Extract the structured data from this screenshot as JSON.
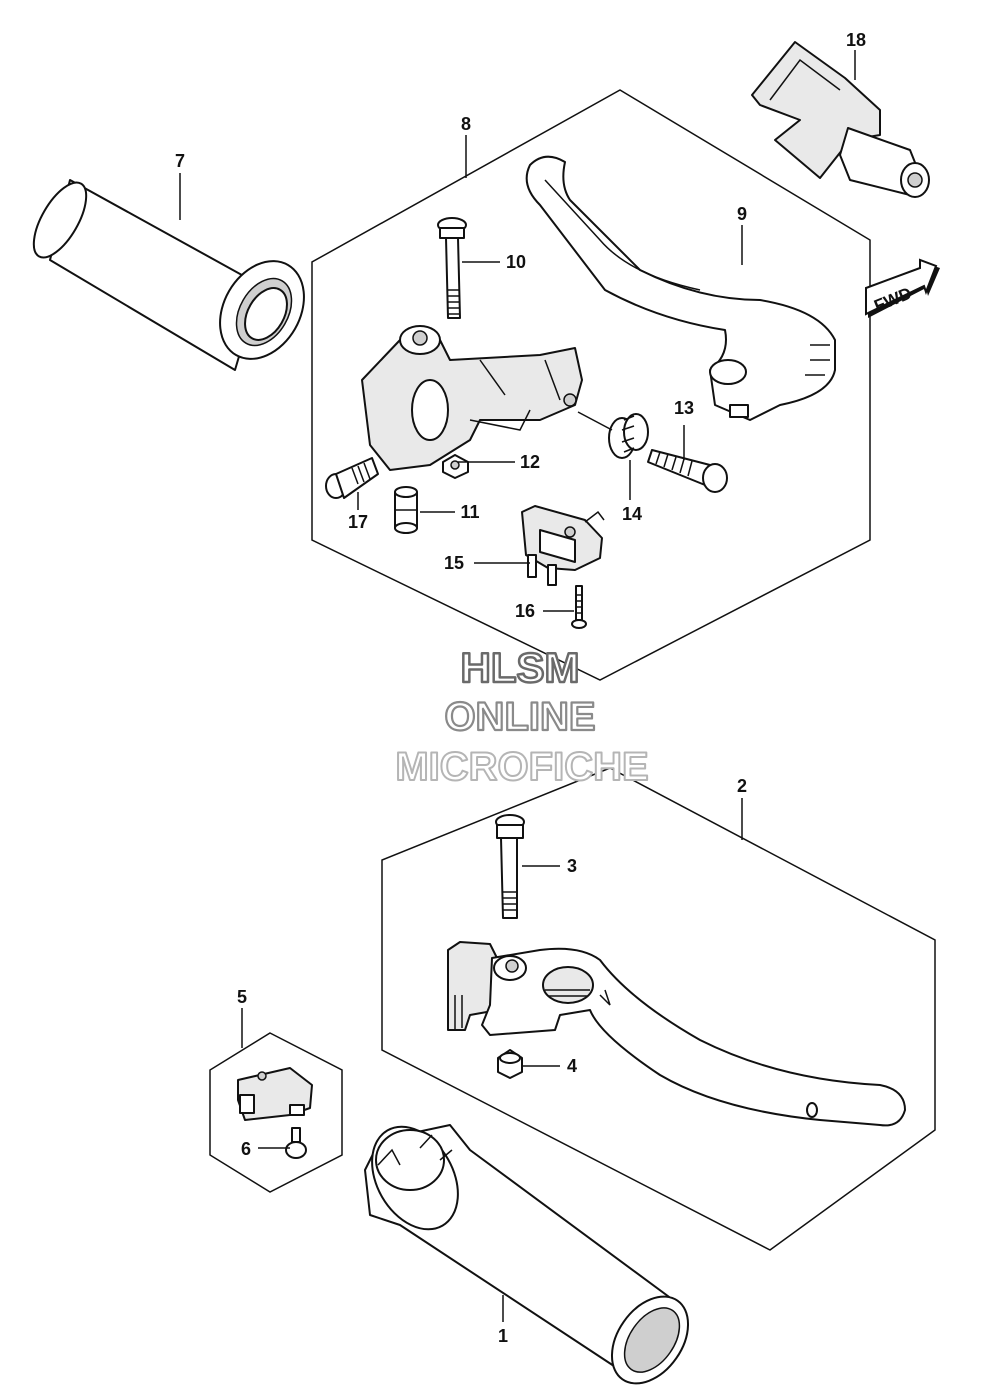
{
  "parts": {
    "p1": "1",
    "p2": "2",
    "p3": "3",
    "p4": "4",
    "p5": "5",
    "p6": "6",
    "p7": "7",
    "p8": "8",
    "p9": "9",
    "p10": "10",
    "p11": "11",
    "p12": "12",
    "p13": "13",
    "p14": "14",
    "p15": "15",
    "p16": "16",
    "p17": "17",
    "p18": "18"
  },
  "direction_badge": "FWD",
  "watermark": {
    "line1": "HLSM",
    "line2": "ONLINE",
    "line3": "MICROFICHE"
  }
}
